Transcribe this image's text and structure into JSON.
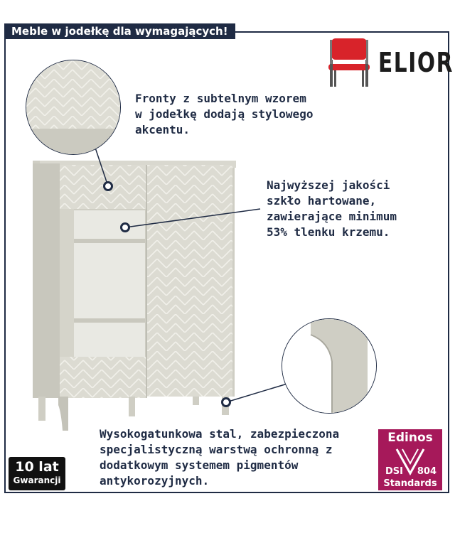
{
  "header": {
    "title": "Meble w jodełkę dla wymagających!"
  },
  "brand": {
    "name": "ELIOR"
  },
  "callouts": {
    "fronts": "Fronty z subtelnym wzorem\nw jodełkę dodają stylowego\nakcentu.",
    "glass": "Najwyższej jakości\nszkło hartowane,\nzawierające minimum\n53% tlenku krzemu.",
    "steel": "Wysokogatunkowa stal, zabezpieczona\nspecjalistyczną warstwą ochronną z\ndodatkowym systemem pigmentów\nantykorozyjnych."
  },
  "badges": {
    "warranty_years": "10 lat",
    "warranty_label": "Gwarancji",
    "cert_name": "Edinos",
    "cert_dsi": "DSI",
    "cert_number": "804",
    "cert_standards": "Standards"
  },
  "colors": {
    "navy": "#1f2b44",
    "cabinet": "#dcdbd2",
    "cert": "#a6195a",
    "chair_red": "#d8232a"
  }
}
